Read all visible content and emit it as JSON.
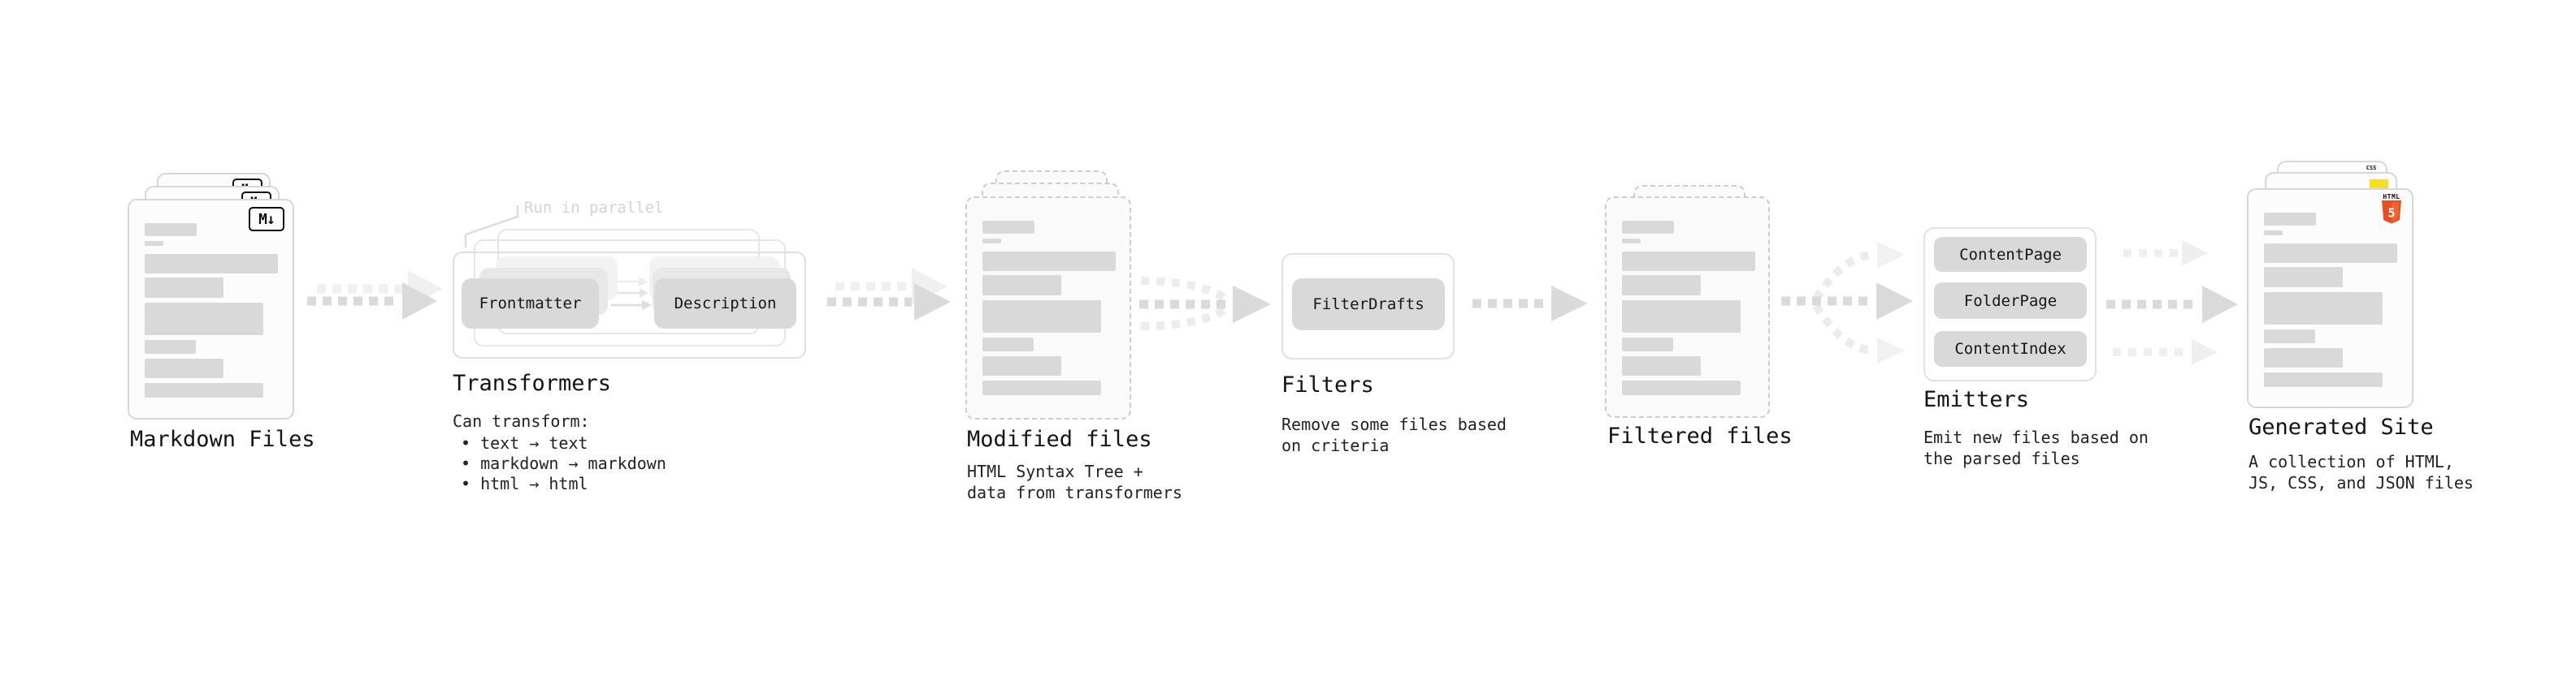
{
  "stages": {
    "markdown": {
      "title": "Markdown Files"
    },
    "transformers": {
      "title": "Transformers",
      "note": "Run in parallel",
      "frontmatter_label": "Frontmatter",
      "description_label": "Description",
      "caption": "Can transform:",
      "bullets": [
        "• text → text",
        "• markdown → markdown",
        "• html → html"
      ]
    },
    "modified": {
      "title": "Modified files",
      "subtitle": "HTML Syntax Tree +\ndata from transformers"
    },
    "filters": {
      "title": "Filters",
      "subtitle": "Remove some files based\non criteria",
      "filter_drafts_label": "FilterDrafts"
    },
    "filtered": {
      "title": "Filtered files"
    },
    "emitters": {
      "title": "Emitters",
      "subtitle": "Emit new files based on\nthe parsed files",
      "content_page_label": "ContentPage",
      "folder_page_label": "FolderPage",
      "content_index_label": "ContentIndex"
    },
    "generated": {
      "title": "Generated Site",
      "subtitle": "A collection of HTML,\nJS, CSS, and JSON files"
    }
  },
  "badges": {
    "markdown": "M↓",
    "html5_label": "HTML",
    "html5_number": "5",
    "css_label": "CSS"
  },
  "colors": {
    "html5_orange": "#e44d26",
    "html5_orange_light": "#f16529",
    "js_yellow": "#f7df1e",
    "css_blue": "#2965f1",
    "bar_gray": "#d9d9d9",
    "button_gray": "#d9d9d9",
    "arrow_dark": "#dadada",
    "arrow_light": "#f0f0f0"
  }
}
